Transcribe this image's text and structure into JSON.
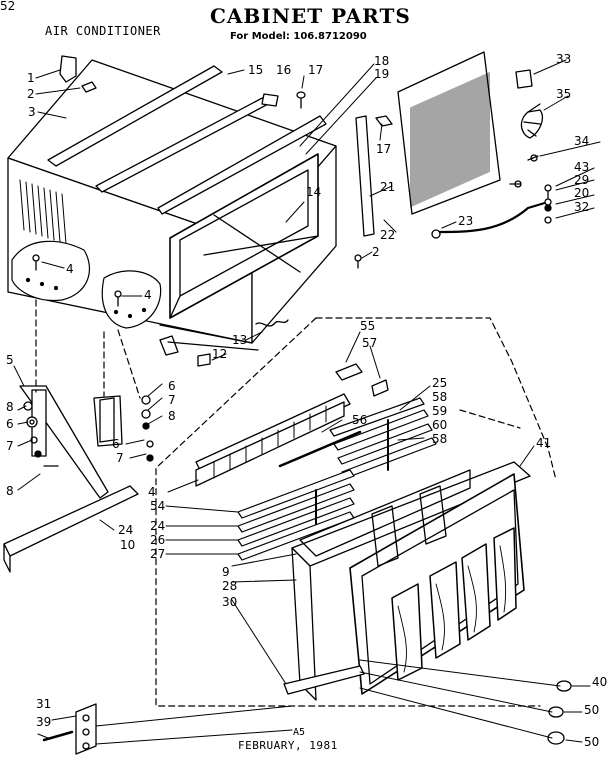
{
  "title": "CABINET PARTS",
  "subtitle": "For Model: 106.8712090",
  "app_label": "AIR CONDITIONER",
  "footer": {
    "code": "A5",
    "date": "FEBRUARY, 1981"
  },
  "part_numbers": [
    "1",
    "2",
    "3",
    "15",
    "16",
    "17",
    "18",
    "19",
    "33",
    "35",
    "34",
    "43",
    "29",
    "20",
    "32",
    "17",
    "21",
    "22",
    "23",
    "2",
    "14",
    "4",
    "4",
    "13",
    "12",
    "55",
    "57",
    "25",
    "58",
    "59",
    "60",
    "58",
    "56",
    "41",
    "5",
    "6",
    "7",
    "8",
    "6",
    "7",
    "8",
    "6",
    "7",
    "8",
    "4",
    "54",
    "24",
    "26",
    "27",
    "24",
    "10",
    "9",
    "28",
    "30",
    "31",
    "39",
    "40",
    "50",
    "50",
    "52"
  ]
}
